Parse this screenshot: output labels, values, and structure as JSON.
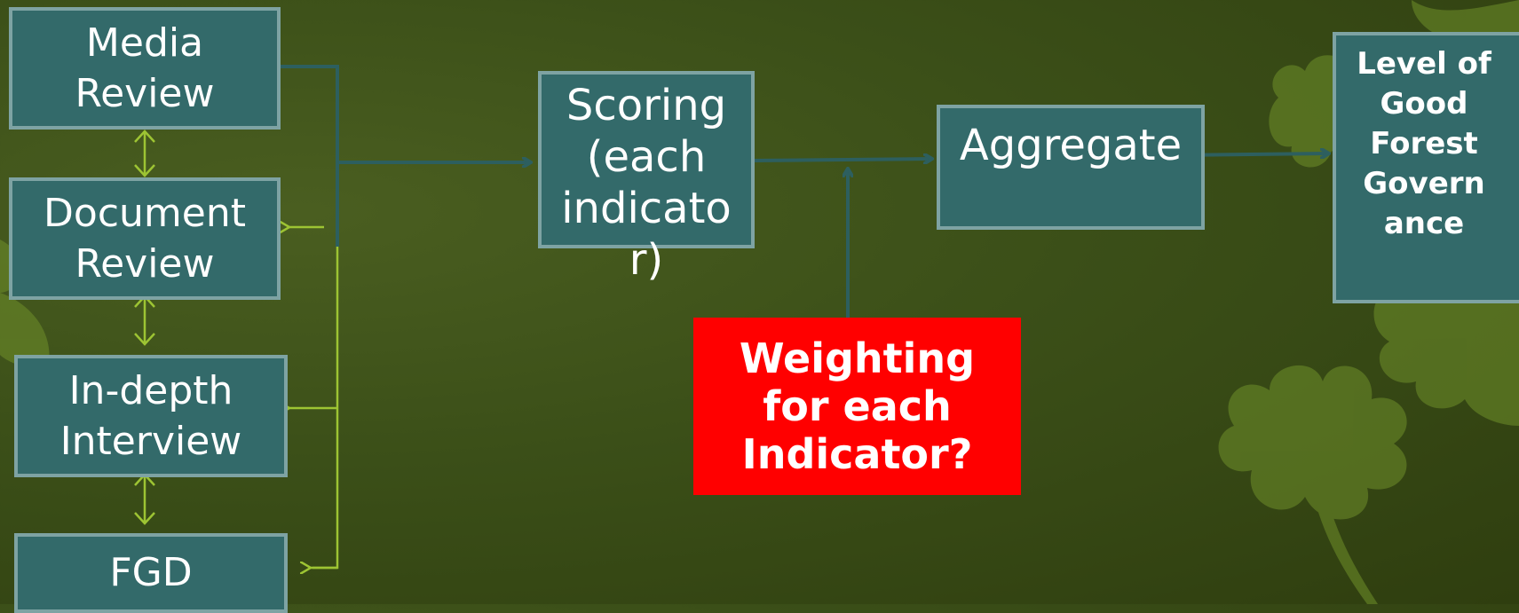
{
  "sources": {
    "media_review": "Media\nReview",
    "document_review": "Document\nReview",
    "indepth_interview": "In-depth\nInterview",
    "fgd": "FGD"
  },
  "process": {
    "scoring": "Scoring\n(each\nindicato\nr)",
    "aggregate": "Aggregate",
    "result": "Level of\nGood\nForest\nGovern\nance",
    "weighting": "Weighting\nfor each\nIndicator?"
  },
  "colors": {
    "box_fill": "#336a6a",
    "box_border": "#7ea3a3",
    "flow_arrow": "#2d5f5f",
    "feedback_arrow": "#9dc433",
    "highlight": "#ff0000"
  },
  "icons": [
    "leaf-decoration-icon",
    "bidirectional-arrow-icon",
    "arrow-right-icon",
    "arrow-up-icon",
    "arrow-left-icon"
  ]
}
